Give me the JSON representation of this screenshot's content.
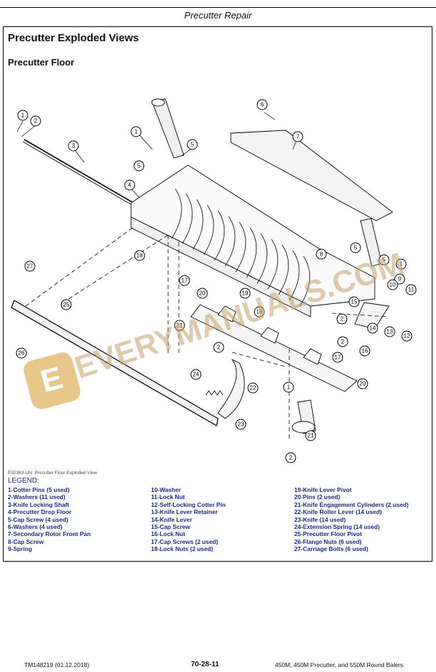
{
  "header": {
    "title": "Precutter Repair"
  },
  "section": {
    "title": "Precutter Exploded Views",
    "subtitle": "Precutter Floor"
  },
  "figure": {
    "caption": "E92363-UN: Precutter Floor Exploded View"
  },
  "watermark": {
    "text": "EVERYMANUALS.COM",
    "logo_letter": "E"
  },
  "callout_numbers": [
    "1",
    "2",
    "3",
    "4",
    "5",
    "6",
    "7",
    "8",
    "9",
    "10",
    "11",
    "12",
    "13",
    "14",
    "15",
    "16",
    "17",
    "18",
    "19",
    "20",
    "21",
    "22",
    "23",
    "24",
    "25",
    "26",
    "27"
  ],
  "legend": {
    "title": "LEGEND:",
    "col1": [
      "1-Cotter Pins (5 used)",
      "2-Washers (11 used)",
      "3-Knife Locking Shaft",
      "4-Precutter Drop Floor",
      "5-Cap Screw (4 used)",
      "6-Washers (4 used)",
      "7-Secondary Rotor Front Pan",
      "8-Cap Screw",
      "9-Spring"
    ],
    "col2": [
      "10-Washer",
      "11-Lock Nut",
      "12-Self-Locking Cotter Pin",
      "13-Knife Lever Retainer",
      "14-Knife Lever",
      "15-Cap Screw",
      "16-Lock Nut",
      "17-Cap Screws (2 used)",
      "18-Lock Nuts (2 used)"
    ],
    "col3": [
      "19-Knife Lever Pivot",
      "20-Pins (2 used)",
      "21-Knife Engagement Cylinders (2 used)",
      "22-Knife Roller Lever (14 used)",
      "23-Knife (14 used)",
      "24-Extension Spring (14 used)",
      "25-Precutter Floor Pivot",
      "26-Flange Nuts (6 used)",
      "27-Carriage Bolts (6 used)"
    ]
  },
  "footer": {
    "left": "TM148219 (01.12.2018)",
    "center": "70-28-11",
    "right": "450M, 450M Precutter, and 550M Round Balers"
  }
}
